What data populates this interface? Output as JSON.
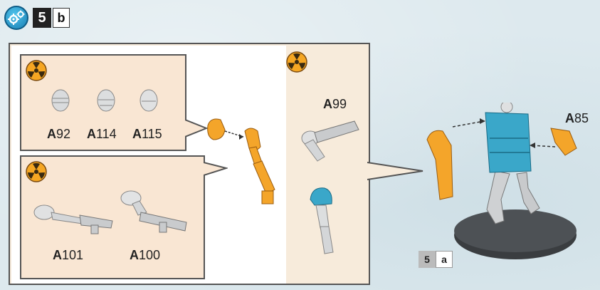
{
  "step": {
    "number": "5",
    "letter": "b",
    "icon": "gear-icon"
  },
  "left_group_top": {
    "icon": "nuclear-symbol-icon",
    "parts": [
      {
        "prefix": "A",
        "number": "92"
      },
      {
        "prefix": "A",
        "number": "114"
      },
      {
        "prefix": "A",
        "number": "115"
      }
    ]
  },
  "left_group_bottom": {
    "icon": "nuclear-symbol-icon",
    "parts": [
      {
        "prefix": "A",
        "number": "101"
      },
      {
        "prefix": "A",
        "number": "100"
      }
    ]
  },
  "right_group": {
    "icon": "nuclear-symbol-icon",
    "part": {
      "prefix": "A",
      "number": "99"
    }
  },
  "miniature": {
    "part": {
      "prefix": "A",
      "number": "85"
    },
    "substep": {
      "number": "5",
      "letter": "a"
    }
  },
  "colors": {
    "background": "#dde9ee",
    "accent_blue": "#1a7fb3",
    "part_orange": "#f4a52a",
    "part_blue": "#3aa7c9",
    "part_grey": "#d4d6d8",
    "panel_tan": "#f7ebdb"
  }
}
